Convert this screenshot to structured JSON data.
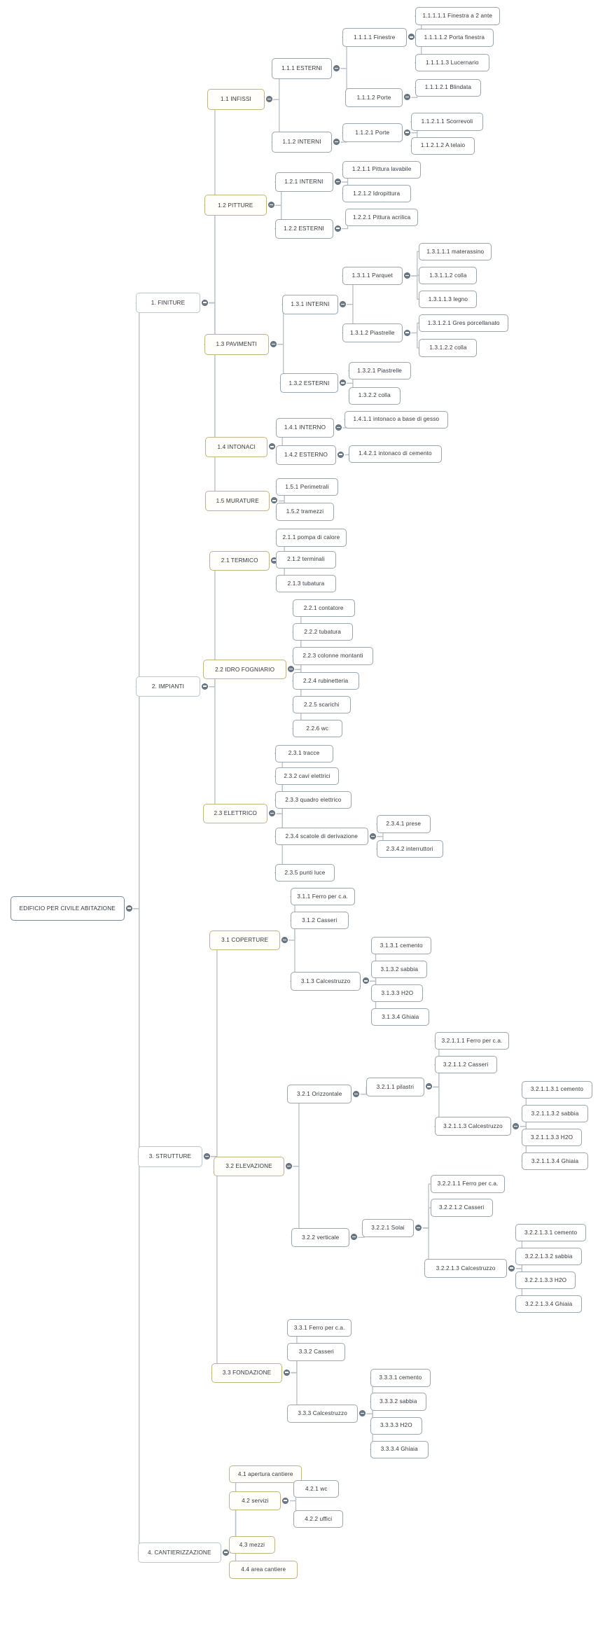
{
  "diagram": {
    "title": "EDIFICIO PER CIVILE ABITAZIONE",
    "type": "mindmap-tree",
    "orientation": "left-to-right",
    "colors": {
      "root_border": "#7d8a94",
      "level1_border": "#b9c6d2",
      "level2_border": "#c3b382",
      "default_border": "#9aa5ad",
      "node_fill": "#ffffff",
      "link": "#b7bfc6",
      "text": "#31373d",
      "collapse_handle": "#6c7a89"
    },
    "collapse_icon": "minus-circle-icon"
  },
  "nodes": {
    "root": "EDIFICIO PER CIVILE ABITAZIONE",
    "n1": "1.  FINITURE",
    "n1_1": "1.1  INFISSI",
    "n1_1_1": "1.1.1  ESTERNI",
    "n1_1_1_1": "1.1.1.1  Finestre",
    "n1_1_1_1_1": "1.1.1.1.1  Finestra a 2 ante",
    "n1_1_1_1_2": "1.1.1.1.2  Porta finestra",
    "n1_1_1_1_3": "1.1.1.1.3  Lucernario",
    "n1_1_1_2": "1.1.1.2  Porte",
    "n1_1_1_2_1": "1.1.1.2.1  Blindata",
    "n1_1_2": "1.1.2  INTERNI",
    "n1_1_2_1": "1.1.2.1  Porte",
    "n1_1_2_1_1": "1.1.2.1.1  Scorrevoli",
    "n1_1_2_1_2": "1.1.2.1.2  A telaio",
    "n1_2": "1.2  PITTURE",
    "n1_2_1": "1.2.1  INTERNI",
    "n1_2_1_1": "1.2.1.1  Pittura lavabile",
    "n1_2_1_2": "1.2.1.2  Idropittura",
    "n1_2_2": "1.2.2  ESTERNI",
    "n1_2_2_1": "1.2.2.1  Pittura acrilica",
    "n1_3": "1.3  PAVIMENTI",
    "n1_3_1": "1.3.1  INTERNI",
    "n1_3_1_1": "1.3.1.1  Parquet",
    "n1_3_1_1_1": "1.3.1.1.1  materassino",
    "n1_3_1_1_2": "1.3.1.1.2  colla",
    "n1_3_1_1_3": "1.3.1.1.3  legno",
    "n1_3_1_2": "1.3.1.2  Piastrelle",
    "n1_3_1_2_1": "1.3.1.2.1  Gres porcellanato",
    "n1_3_1_2_2": "1.3.1.2.2  colla",
    "n1_3_2": "1.3.2  ESTERNI",
    "n1_3_2_1": "1.3.2.1  Piastrelle",
    "n1_3_2_2": "1.3.2.2  colla",
    "n1_4": "1.4  INTONACI",
    "n1_4_1": "1.4.1  INTERNO",
    "n1_4_1_1": "1.4.1.1  intonaco a base di gesso",
    "n1_4_2": "1.4.2  ESTERNO",
    "n1_4_2_1": "1.4.2.1  intonaco di cemento",
    "n1_5": "1.5  MURATURE",
    "n1_5_1": "1.5.1  Perimetrali",
    "n1_5_2": "1.5.2  tramezzi",
    "n2": "2.  IMPIANTI",
    "n2_1": "2.1  TERMICO",
    "n2_1_1": "2.1.1  pompa di calore",
    "n2_1_2": "2.1.2  terminali",
    "n2_1_3": "2.1.3  tubatura",
    "n2_2": "2.2  IDRO FOGNIARIO",
    "n2_2_1": "2.2.1  contatore",
    "n2_2_2": "2.2.2  tubatura",
    "n2_2_3": "2.2.3  colonne montanti",
    "n2_2_4": "2.2.4  rubinetteria",
    "n2_2_5": "2.2.5  scarichi",
    "n2_2_6": "2.2.6  wc",
    "n2_3": "2.3  ELETTRICO",
    "n2_3_1": "2.3.1  tracce",
    "n2_3_2": "2.3.2  cavi elettrici",
    "n2_3_3": "2.3.3  quadro elettrico",
    "n2_3_4": "2.3.4  scatole di derivazione",
    "n2_3_4_1": "2.3.4.1  prese",
    "n2_3_4_2": "2.3.4.2  interruttori",
    "n2_3_5": "2.3.5  punti luce",
    "n3": "3.  STRUTTURE",
    "n3_1": "3.1  COPERTURE",
    "n3_1_1": "3.1.1  Ferro per c.a.",
    "n3_1_2": "3.1.2  Casseri",
    "n3_1_3": "3.1.3  Calcestruzzo",
    "n3_1_3_1": "3.1.3.1  cemento",
    "n3_1_3_2": "3.1.3.2  sabbia",
    "n3_1_3_3": "3.1.3.3  H2O",
    "n3_1_3_4": "3.1.3.4  Ghiaia",
    "n3_2": "3.2  ELEVAZIONE",
    "n3_2_1": "3.2.1  Orizzontale",
    "n3_2_1_1": "3.2.1.1  pilastri",
    "n3_2_1_1_1": "3.2.1.1.1  Ferro per c.a.",
    "n3_2_1_1_2": "3.2.1.1.2  Casseri",
    "n3_2_1_1_3": "3.2.1.1.3  Calcestruzzo",
    "n3_2_1_1_3_1": "3.2.1.1.3.1  cemento",
    "n3_2_1_1_3_2": "3.2.1.1.3.2  sabbia",
    "n3_2_1_1_3_3": "3.2.1.1.3.3  H2O",
    "n3_2_1_1_3_4": "3.2.1.1.3.4  Ghiaia",
    "n3_2_2": "3.2.2  verticale",
    "n3_2_2_1": "3.2.2.1  Solai",
    "n3_2_2_1_1": "3.2.2.1.1  Ferro per c.a.",
    "n3_2_2_1_2": "3.2.2.1.2  Casseri",
    "n3_2_2_1_3": "3.2.2.1.3  Calcestruzzo",
    "n3_2_2_1_3_1": "3.2.2.1.3.1  cemento",
    "n3_2_2_1_3_2": "3.2.2.1.3.2  sabbia",
    "n3_2_2_1_3_3": "3.2.2.1.3.3  H2O",
    "n3_2_2_1_3_4": "3.2.2.1.3.4  Ghiaia",
    "n3_3": "3.3  FONDAZIONE",
    "n3_3_1": "3.3.1  Ferro per c.a.",
    "n3_3_2": "3.3.2  Casseri",
    "n3_3_3": "3.3.3  Calcestruzzo",
    "n3_3_3_1": "3.3.3.1  cemento",
    "n3_3_3_2": "3.3.3.2  sabbia",
    "n3_3_3_3": "3.3.3.3  H2O",
    "n3_3_3_4": "3.3.3.4  Ghiaia",
    "n4": "4.  CANTIERIZZAZIONE",
    "n4_1": "4.1  apertura cantiere",
    "n4_2": "4.2  servizi",
    "n4_2_1": "4.2.1  wc",
    "n4_2_2": "4.2.2  uffici",
    "n4_3": "4.3  mezzi",
    "n4_4": "4.4  area cantiere"
  }
}
